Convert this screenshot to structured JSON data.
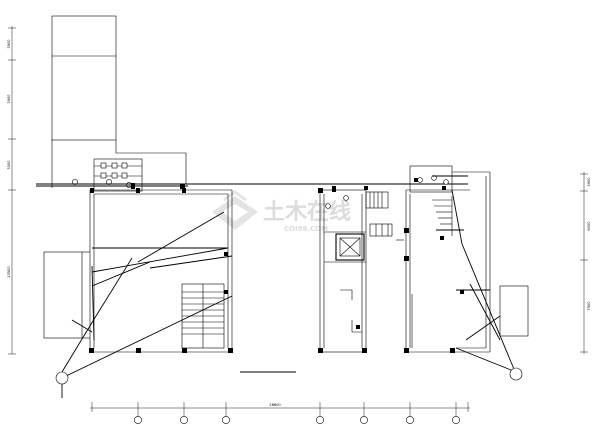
{
  "drawing": {
    "watermark": {
      "name": "土木在线",
      "site": "COI88.COM"
    },
    "dimensions": {
      "left_upper": "3900",
      "left_middle": "3900",
      "left_lower_short": "3000",
      "left_long": "13500",
      "right_top": "3900",
      "right_middle": "6000",
      "right_bottom": "7500",
      "bottom_total": "28600"
    }
  }
}
